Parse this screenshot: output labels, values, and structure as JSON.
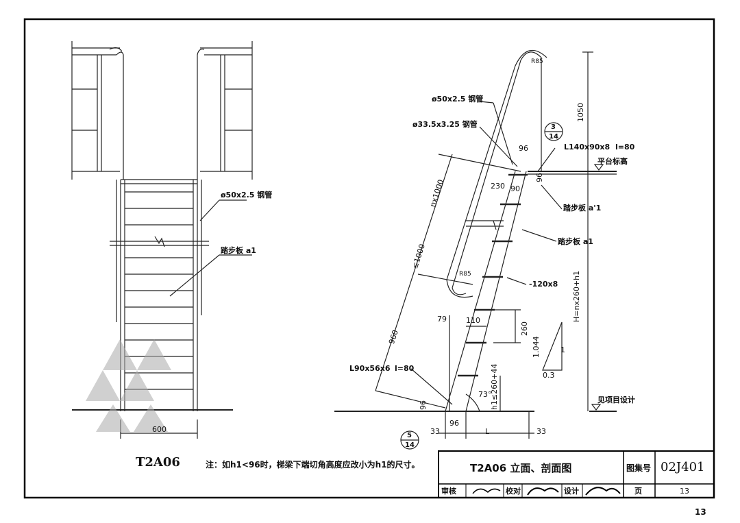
{
  "left_view": {
    "title": "T2A06",
    "labels": {
      "rail_pipe": "ø50x2.5 钢管",
      "tread": "踏步板 a1",
      "dim_600": "600"
    }
  },
  "right_view": {
    "labels": {
      "rail_pipe": "ø50x2.5 钢管",
      "post_pipe": "ø33.5x3.25 钢管",
      "angle_top": "L140x90x8",
      "angle_top_len": "l=80",
      "platform_level": "平台标高",
      "tread_a1_prime": "踏步板 a'1",
      "tread_a1": "踏步板 a1",
      "flat_bar": "-120x8",
      "angle_bottom": "L90x56x6",
      "angle_bottom_len": "l=80",
      "see_project": "见项目设计",
      "height_formula": "H=nx260+h1",
      "dim_1050": "1050",
      "dim_96_top": "96",
      "dim_96_side": "96",
      "dim_230": "230",
      "dim_90": "90",
      "dim_nx1000": "nx1000",
      "dim_le1000": "≤1000",
      "dim_960": "960",
      "dim_79": "79",
      "dim_110": "110",
      "dim_260": "260",
      "dim_h1": "h1≤260+44",
      "dim_96_bottom": "96",
      "dim_33_left": "33",
      "dim_33_right": "33",
      "dim_96_base": "96",
      "dim_L": "L",
      "angle_73": "73°",
      "radius_top": "R85",
      "radius_mid": "R85",
      "slope_1044": "1.044",
      "slope_1": "1",
      "slope_03": "0.3",
      "callout_top_num": "3",
      "callout_top_den": "14",
      "callout_bottom_num": "5",
      "callout_bottom_den": "14"
    }
  },
  "note": "注：如h1<96时，梯梁下端切角高度应改小为h1的尺寸。",
  "title_block": {
    "drawing_title": "T2A06  立面、剖面图",
    "atlas_label": "图集号",
    "atlas_number": "02J401",
    "review_label": "审核",
    "check_label": "校对",
    "design_label": "设计",
    "page_label": "页",
    "page_number": "13"
  },
  "page_footer_number": "13"
}
